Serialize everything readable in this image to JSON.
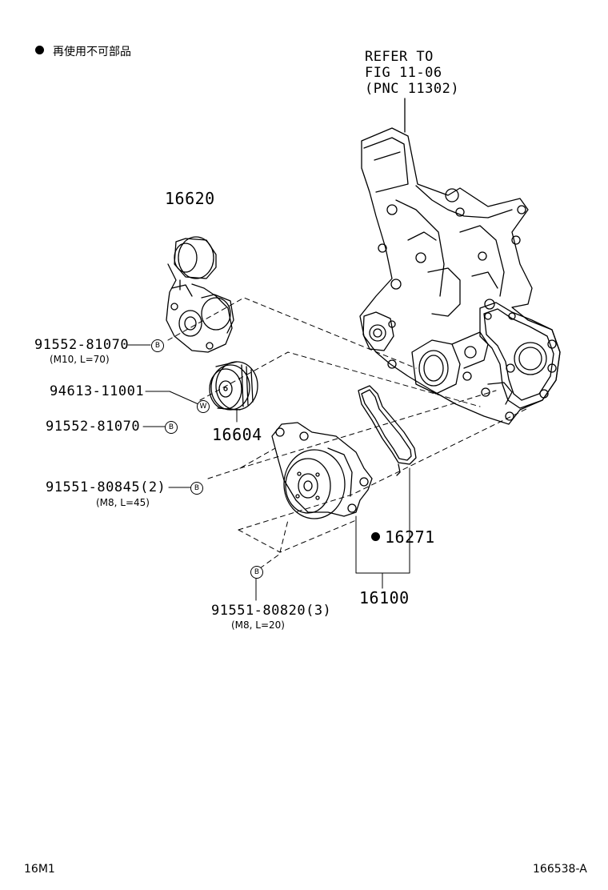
{
  "legend": {
    "text": "再使用不可部品"
  },
  "refer": {
    "line1": "REFER TO",
    "line2": "FIG 11-06",
    "line3": "(PNC 11302)"
  },
  "parts": {
    "p16620": "16620",
    "p16604": "16604",
    "p16271": "16271",
    "p16100": "16100",
    "b1": {
      "no": "91552-81070",
      "spec": "(M10, L=70)",
      "symbol": "B"
    },
    "w1": {
      "no": "94613-11001",
      "symbol": "W"
    },
    "b2": {
      "no": "91552-81070",
      "symbol": "B"
    },
    "b3": {
      "no": "91551-80845(2)",
      "spec": "(M8, L=45)",
      "symbol": "B"
    },
    "b4": {
      "no": "91551-80820(3)",
      "spec": "(M8, L=20)",
      "symbol": "B"
    }
  },
  "footer": {
    "left": "16M1",
    "right": "166538-A"
  }
}
